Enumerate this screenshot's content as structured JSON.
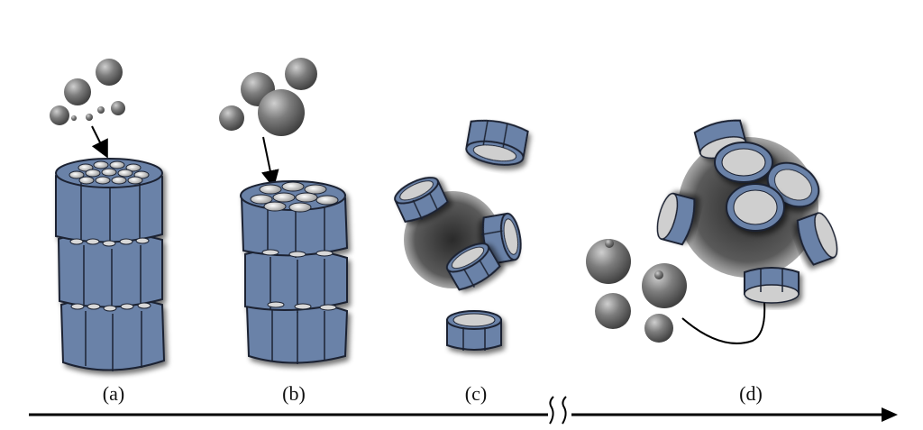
{
  "labels": {
    "a": "(a)",
    "b": "(b)",
    "c": "(c)",
    "d": "(d)"
  },
  "colors": {
    "block_fill": "#6b82a8",
    "block_stroke": "#1a2233",
    "pore_fill": "#d9d9d9",
    "sphere": "#6a6a6a",
    "background": "#ffffff",
    "axis": "#000000"
  },
  "icons": {
    "timeline": "arrow-right-icon",
    "axis_break": "axis-break-icon"
  }
}
